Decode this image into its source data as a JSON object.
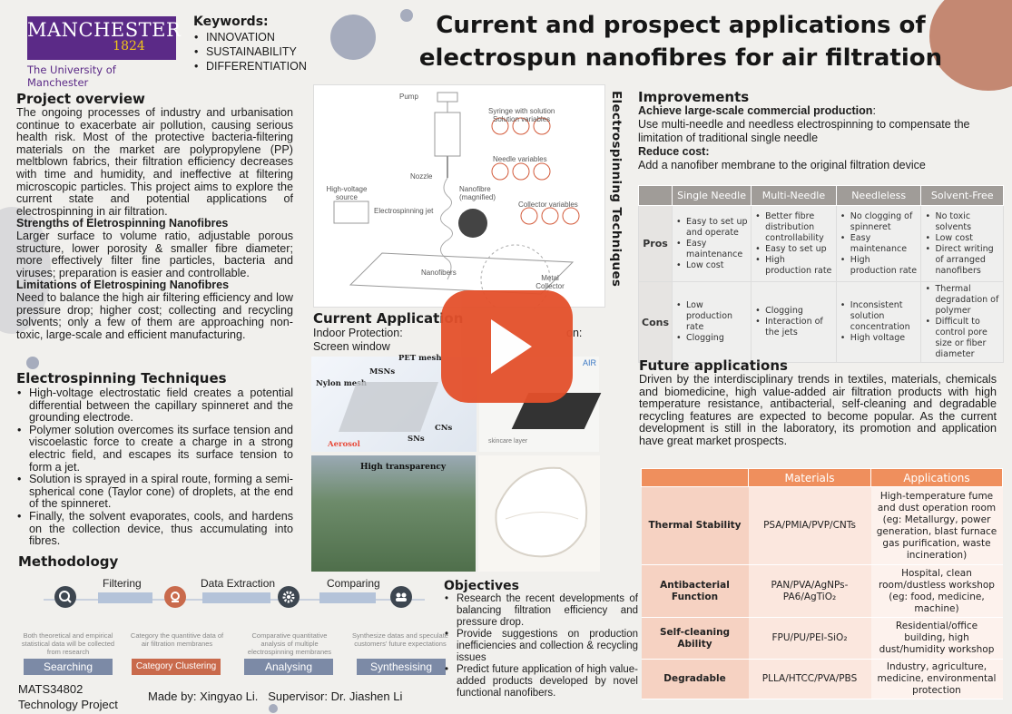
{
  "header": {
    "logo_main": "MANCHESTER",
    "logo_year": "1824",
    "logo_sub": "The University of Manchester",
    "keywords_title": "Keywords:",
    "keywords": [
      "INNOVATION",
      "SUSTAINABILITY",
      "DIFFERENTIATION"
    ],
    "title_line1": "Current and prospect applications of",
    "title_line2": "electrospun nanofibres for air filtration"
  },
  "overview": {
    "heading": "Project overview",
    "text": "The ongoing processes of industry and urbanisation continue to exacerbate air pollution, causing serious  health risk. Most of the protective bacteria-filtering materials on the market are polypropylene (PP) meltblown fabrics, their filtration efficiency decreases with time and humidity,  and ineffective at filtering microscopic particles. This project aims to explore the current state and potential applications of electrospinning in air filtration.",
    "strengths_heading": "Strengths of Eletrospinning Nanofibres",
    "strengths_text": "Larger surface to volume ratio, adjustable porous structure, lower porosity & smaller fibre diameter; more effectively filter fine particles, bacteria and viruses; preparation is easier  and controllable.",
    "limits_heading": "Limitations of Eletrospining Nanofibres",
    "limits_text": "Need to balance the high air filtering efficiency and low pressure drop; higher cost; collecting and recycling solvents; only a few of them are approaching non-toxic, large-scale and efficient manufacturing."
  },
  "techniques": {
    "heading": "Electrospinning Techniques",
    "items": [
      "High-voltage electrostatic field creates a potential differential between the capillary spinneret and the grounding electrode.",
      "Polymer solution overcomes its surface tension and viscoelastic force to create a charge in a strong electric field, and escapes its surface tension to form a jet.",
      "Solution is sprayed in a spiral route, forming a semi-spherical cone (Taylor cone) of droplets, at the end of the spinneret.",
      "Finally, the solvent evaporates, cools, and hardens on the collection device, thus accumulating into fibres."
    ],
    "vertical_label": "Electrospinning Techniques"
  },
  "diagram": {
    "pump": "Pump",
    "syringe": "Syringe with solution",
    "solution_vars": "Solution variables",
    "needle_vars": "Needle variables",
    "nozzle": "Nozzle",
    "hv_source": "High-voltage source",
    "jet": "Electrospinning jet",
    "nanofibre_mag": "Nanofibre (magnified)",
    "collector_vars": "Collector variables",
    "nanofibers": "Nanofibers",
    "collector": "Metal Collector"
  },
  "methodology": {
    "heading": "Methodology",
    "arrows": [
      "Filtering",
      "Data Extraction",
      "Comparing"
    ],
    "steps": [
      {
        "label": "Searching",
        "desc": "Both theoretical and empirical statistical data will be collected from research",
        "color": "#7c8aa6"
      },
      {
        "label": "Category Clustering",
        "desc": "Category the quantitive data of air filtration membranes",
        "color": "#c96a4c"
      },
      {
        "label": "Analysing",
        "desc": "Comparative quantitative analysis of multiple electrospinning membranes",
        "color": "#7c8aa6"
      },
      {
        "label": "Synthesising",
        "desc": "Synthesize datas and speculate customers' future expectations",
        "color": "#7c8aa6"
      }
    ]
  },
  "footer": {
    "course": "MATS34802",
    "course2": "Technology Project",
    "credits": "Made by: Xingyao Li.   Supervisor: Dr. Jiashen Li"
  },
  "current_app": {
    "heading": "Current Application",
    "indoor": "Indoor Protection:",
    "screen": "Screen window",
    "right_partial": "on:",
    "img_labels": [
      "Nylon mesh",
      "MSNs",
      "PET mesh",
      "CNs",
      "SNs",
      "Aerosol",
      "AIR",
      "skincare layer"
    ],
    "transparency": "High transparency"
  },
  "objectives": {
    "heading": "Objectives",
    "items": [
      "Research the recent developments of balancing filtration efficiency and pressure drop.",
      "Provide suggestions on production inefficiencies and collection & recycling issues",
      "Predict future application of high value-added products developed by novel functional nanofibers."
    ]
  },
  "improvements": {
    "heading": "Improvements",
    "sub1": "Achieve large-scale commercial production",
    "sub1_colon": ":",
    "text1": "Use multi-needle and needless electrospinning to compensate the limitation of traditional single needle",
    "sub2": "Reduce cost:",
    "text2": "Add a nanofiber membrane to the original filtration device"
  },
  "comparison": {
    "headers": [
      "",
      "Single Needle",
      "Multi-Needle",
      "Needleless",
      "Solvent-Free"
    ],
    "rows": [
      {
        "label": "Pros",
        "cells": [
          [
            "Easy to set up and operate",
            "Easy maintenance",
            "Low cost"
          ],
          [
            "Better fibre distribution controllability",
            "Easy to set up",
            "High production rate"
          ],
          [
            "No clogging of spinneret",
            "Easy maintenance",
            "High production rate"
          ],
          [
            "No toxic solvents",
            "Low cost",
            "Direct writing of arranged nanofibers"
          ]
        ]
      },
      {
        "label": "Cons",
        "cells": [
          [
            "Low production rate",
            "Clogging"
          ],
          [
            "Clogging",
            "Interaction of the jets"
          ],
          [
            "Inconsistent solution concentration",
            "High voltage"
          ],
          [
            "Thermal degradation of polymer",
            "Difficult to control pore size or fiber diameter"
          ]
        ]
      }
    ]
  },
  "future": {
    "heading": "Future applications",
    "text": "Driven by the interdisciplinary trends in textiles, materials, chemicals and biomedicine, high value-added air filtration products with high temperature resistance, antibacterial, self-cleaning and degradable recycling features are expected to become popular. As the current development is still in the laboratory, its promotion and application have great market prospects.",
    "headers": [
      "",
      "Materials",
      "Applications"
    ],
    "rows": [
      {
        "prop": "Thermal Stability",
        "mat": "PSA/PMIA/PVP/CNTs",
        "app": "High-temperature fume and dust operation room (eg: Metallurgy, power generation, blast furnace gas purification, waste incineration)"
      },
      {
        "prop": "Antibacterial Function",
        "mat": "PAN/PVA/AgNPs-PA6/AgTiO₂",
        "app": "Hospital, clean room/dustless workshop (eg: food, medicine, machine)"
      },
      {
        "prop": "Self-cleaning Ability",
        "mat": "FPU/PU/PEI-SiO₂",
        "app": "Residential/office building, high dust/humidity workshop"
      },
      {
        "prop": "Degradable",
        "mat": "PLLA/HTCC/PVA/PBS",
        "app": "Industry, agriculture, medicine, environmental protection"
      }
    ]
  },
  "colors": {
    "accent_orange": "#ef8f5d",
    "play_red": "#e4502b",
    "manchester_purple": "#5b2a87",
    "manchester_gold": "#f0c419"
  }
}
